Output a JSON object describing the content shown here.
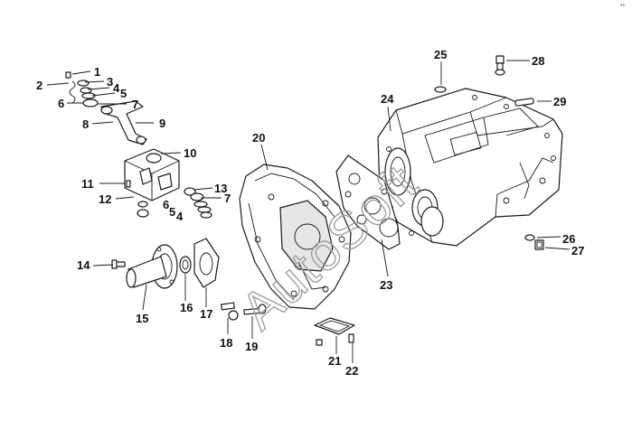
{
  "watermark": "AutoSoft",
  "corner_mark": "••",
  "callouts": [
    "1",
    "2",
    "3",
    "4",
    "5",
    "6",
    "7",
    "8",
    "9",
    "10",
    "11",
    "12",
    "13",
    "7",
    "6",
    "5",
    "4",
    "14",
    "15",
    "16",
    "17",
    "18",
    "19",
    "20",
    "21",
    "22",
    "23",
    "24",
    "25",
    "26",
    "27",
    "28",
    "29"
  ]
}
